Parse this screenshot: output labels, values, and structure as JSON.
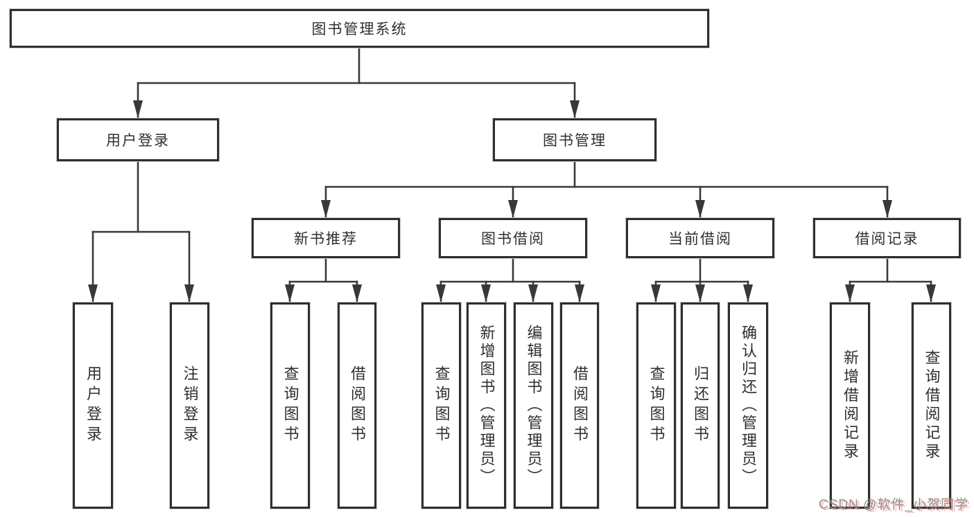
{
  "diagram": {
    "type": "hierarchy-tree",
    "line_color": "#383838",
    "box_border_color": "#2e2e2e",
    "background_color": "#ffffff",
    "tree": {
      "label": "图书管理系统",
      "children": [
        {
          "label": "用户登录",
          "children": [
            {
              "label": "用户登录"
            },
            {
              "label": "注销登录"
            }
          ]
        },
        {
          "label": "图书管理",
          "children": [
            {
              "label": "新书推荐",
              "children": [
                {
                  "label": "查询图书"
                },
                {
                  "label": "借阅图书"
                }
              ]
            },
            {
              "label": "图书借阅",
              "children": [
                {
                  "label": "查询图书"
                },
                {
                  "label": "新增图书（管理员）"
                },
                {
                  "label": "编辑图书（管理员）"
                },
                {
                  "label": "借阅图书"
                }
              ]
            },
            {
              "label": "当前借阅",
              "children": [
                {
                  "label": "查询图书"
                },
                {
                  "label": "归还图书"
                },
                {
                  "label": "确认归还（管理员）"
                }
              ]
            },
            {
              "label": "借阅记录",
              "children": [
                {
                  "label": "新增借阅记录"
                },
                {
                  "label": "查询借阅记录"
                }
              ]
            }
          ]
        }
      ]
    }
  },
  "watermark": {
    "text": "CSDN @软件_小贺同学"
  }
}
